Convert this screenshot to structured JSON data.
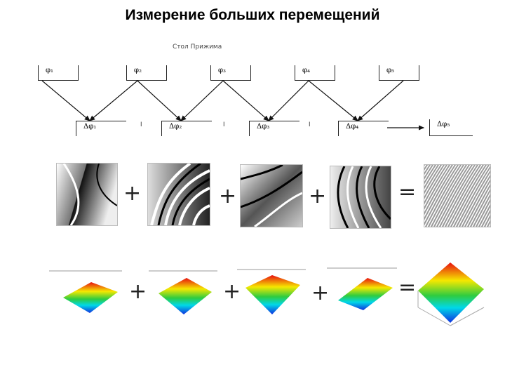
{
  "title": "Измерение больших перемещений",
  "subtitle": "Стол Прижима",
  "top_boxes": [
    "φ₁",
    "φ₂",
    "φ₃",
    "φ₄",
    "φ₅"
  ],
  "bottom_boxes": [
    "Δφ₁",
    "Δφ₂",
    "Δφ₃",
    "Δφ₄"
  ],
  "result_box": "Δφ₅",
  "separators": [
    "I",
    "I",
    "I"
  ],
  "operators": {
    "phase_row": [
      "+",
      "+",
      "+",
      "="
    ],
    "surface_row": [
      "+",
      "+",
      "+",
      "="
    ]
  },
  "colors": {
    "red": "#e81010",
    "yellow": "#f5e800",
    "green": "#2ecc40",
    "cyan": "#00d8e8",
    "blue": "#1030e0"
  }
}
